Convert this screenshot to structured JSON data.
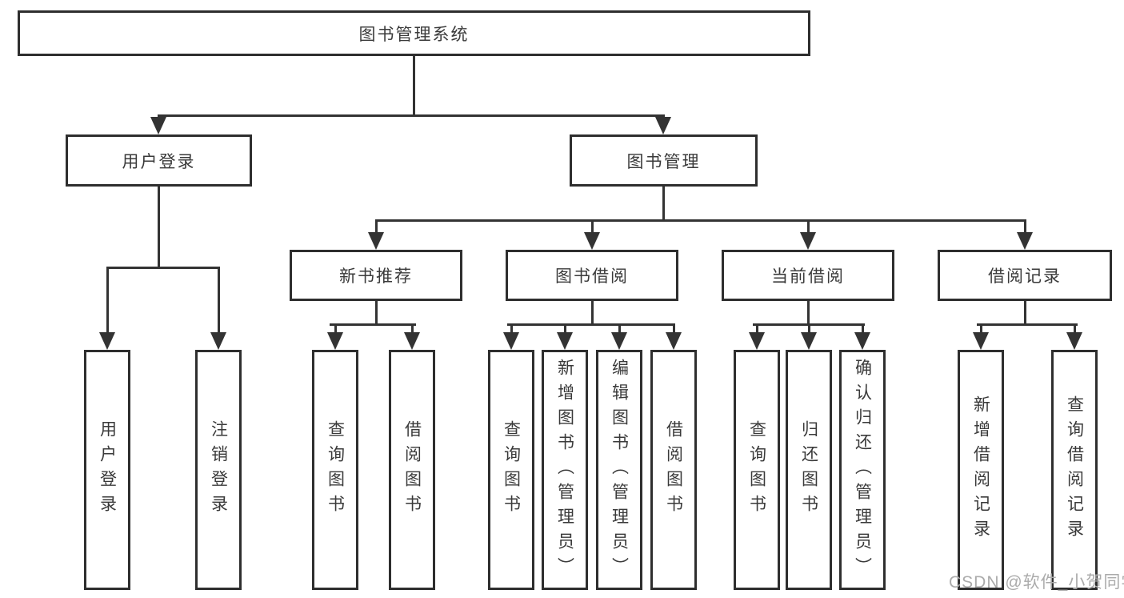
{
  "diagram": {
    "title": "图书管理系统",
    "root": {
      "label": "图书管理系统"
    },
    "level2": [
      {
        "label": "用户登录"
      },
      {
        "label": "图书管理"
      }
    ],
    "level3": [
      {
        "label": "新书推荐",
        "parent": "图书管理"
      },
      {
        "label": "图书借阅",
        "parent": "图书管理"
      },
      {
        "label": "当前借阅",
        "parent": "图书管理"
      },
      {
        "label": "借阅记录",
        "parent": "图书管理"
      }
    ],
    "leaves": [
      {
        "label": "用户登录",
        "parent": "用户登录"
      },
      {
        "label": "注销登录",
        "parent": "用户登录"
      },
      {
        "label": "查询图书",
        "parent": "新书推荐"
      },
      {
        "label": "借阅图书",
        "parent": "新书推荐"
      },
      {
        "label": "查询图书",
        "parent": "图书借阅"
      },
      {
        "label": "新增图书（管理员）",
        "parent": "图书借阅"
      },
      {
        "label": "编辑图书（管理员）",
        "parent": "图书借阅"
      },
      {
        "label": "借阅图书",
        "parent": "图书借阅"
      },
      {
        "label": "查询图书",
        "parent": "当前借阅"
      },
      {
        "label": "归还图书",
        "parent": "当前借阅"
      },
      {
        "label": "确认归还（管理员）",
        "parent": "当前借阅"
      },
      {
        "label": "新增借阅记录",
        "parent": "借阅记录"
      },
      {
        "label": "查询借阅记录",
        "parent": "借阅记录"
      }
    ]
  },
  "watermark": "CSDN @软件_小贺同学",
  "colors": {
    "line": "#333333",
    "border": "#2e2e2e",
    "text": "#3a3a3a",
    "watermark": "#ababab",
    "background": "#ffffff"
  }
}
